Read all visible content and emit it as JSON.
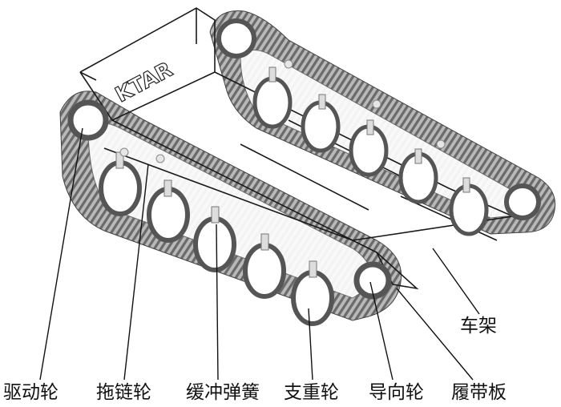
{
  "figure": {
    "labels": {
      "frame": "车架",
      "drive_wheel": "驱动轮",
      "carrier_roller": "拖链轮",
      "buffer_spring": "缓冲弹簧",
      "road_wheel": "支重轮",
      "idler_wheel": "导向轮",
      "track_shoe": "履带板"
    },
    "frame_marking": "KTAR"
  },
  "colors": {
    "track": "#8c8c8c",
    "track_dark": "#555555",
    "wheel": "#6e6e6e",
    "line": "#1a1a1a"
  }
}
